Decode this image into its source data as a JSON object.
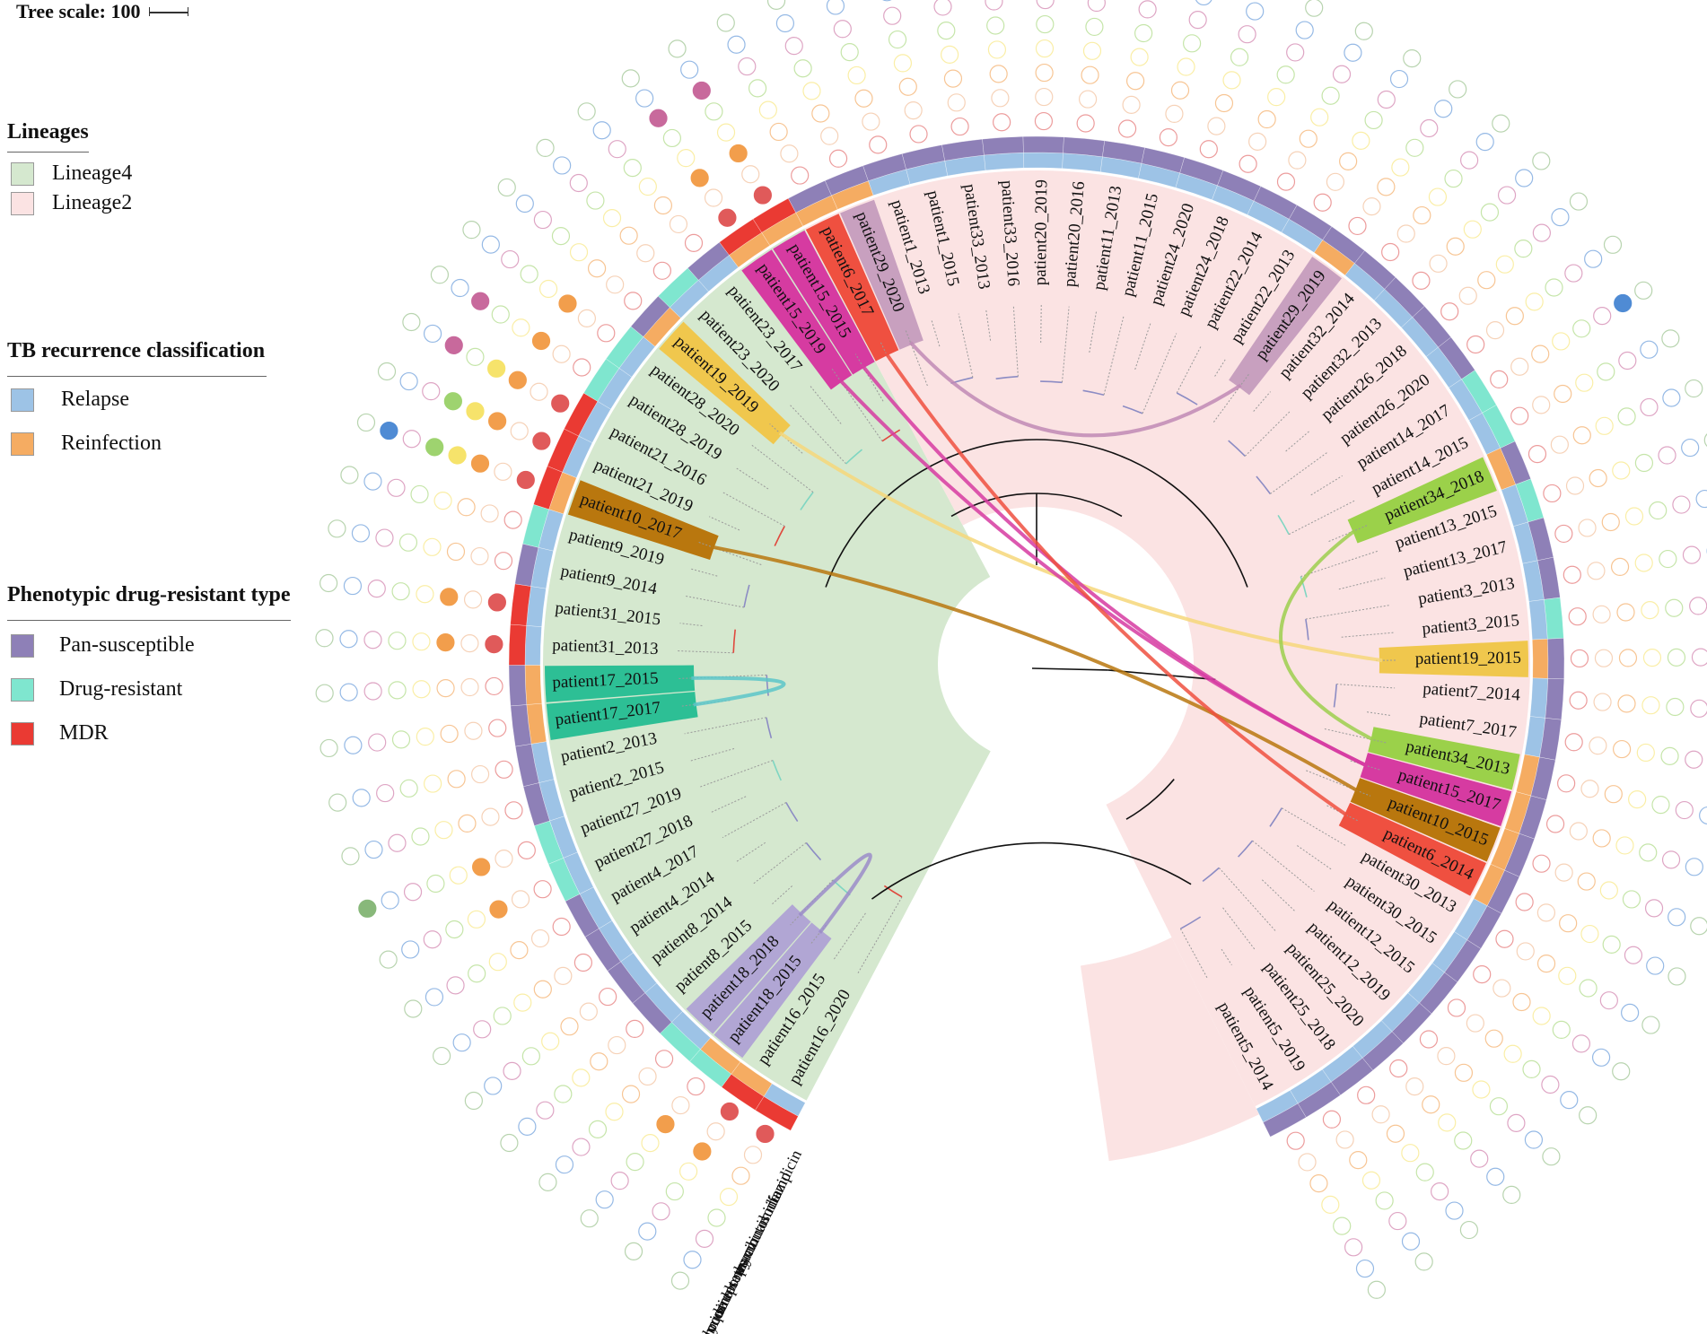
{
  "tree_scale": {
    "label": "Tree scale: 100"
  },
  "legends": {
    "lineages": {
      "title": "Lineages",
      "items": [
        {
          "label": "Lineage4",
          "color": "#d5e8cf"
        },
        {
          "label": "Lineage2",
          "color": "#fbe3e3"
        }
      ]
    },
    "recurrence": {
      "title": "TB recurrence classification",
      "items": [
        {
          "label": "Relapse",
          "color": "#9dc3e6"
        },
        {
          "label": "Reinfection",
          "color": "#f5ac62"
        }
      ]
    },
    "resistance": {
      "title": "Phenotypic drug-resistant type",
      "items": [
        {
          "label": "Pan-susceptible",
          "color": "#8e80b7"
        },
        {
          "label": "Drug-resistant",
          "color": "#7fe6cf"
        },
        {
          "label": "MDR",
          "color": "#ea3a33"
        }
      ]
    }
  },
  "drugs": [
    "ethionamide",
    "aminoglycosides",
    "fluoroquinolones",
    "streptomycin",
    "ethambutol",
    "pyrazinamide",
    "isoniazid",
    "rifampicin"
  ],
  "drug_colors": [
    "#88b87a",
    "#4f8bd4",
    "#c8699c",
    "#9ed36f",
    "#f6e36b",
    "#f29e4c",
    "#f0b488",
    "#e05a5a"
  ],
  "leaves": [
    {
      "label": "patient16_2020",
      "lineage": 4,
      "rec": "Relapse",
      "res": "MDR",
      "hl": null,
      "res_dots": [
        7
      ]
    },
    {
      "label": "patient16_2015",
      "lineage": 4,
      "rec": "Reinfection",
      "res": "MDR",
      "hl": null,
      "res_dots": [
        7,
        5
      ]
    },
    {
      "label": "patient18_2015",
      "lineage": 4,
      "rec": "Reinfection",
      "res": "Drug-resistant",
      "hl": "#b1a6d4",
      "res_dots": [
        5
      ]
    },
    {
      "label": "patient18_2018",
      "lineage": 4,
      "rec": "Relapse",
      "res": "Drug-resistant",
      "hl": "#b1a6d4",
      "res_dots": []
    },
    {
      "label": "patient8_2015",
      "lineage": 4,
      "rec": "Relapse",
      "res": "Pan-susceptible",
      "hl": null,
      "res_dots": []
    },
    {
      "label": "patient8_2014",
      "lineage": 4,
      "rec": "Relapse",
      "res": "Pan-susceptible",
      "hl": null,
      "res_dots": []
    },
    {
      "label": "patient4_2014",
      "lineage": 4,
      "rec": "Relapse",
      "res": "Pan-susceptible",
      "hl": null,
      "res_dots": []
    },
    {
      "label": "patient4_2017",
      "lineage": 4,
      "rec": "Relapse",
      "res": "Pan-susceptible",
      "hl": null,
      "res_dots": []
    },
    {
      "label": "patient27_2018",
      "lineage": 4,
      "rec": "Relapse",
      "res": "Drug-resistant",
      "hl": null,
      "res_dots": [
        5
      ]
    },
    {
      "label": "patient27_2019",
      "lineage": 4,
      "rec": "Relapse",
      "res": "Drug-resistant",
      "hl": null,
      "res_dots": [
        5,
        0
      ]
    },
    {
      "label": "patient2_2015",
      "lineage": 4,
      "rec": "Relapse",
      "res": "Pan-susceptible",
      "hl": null,
      "res_dots": []
    },
    {
      "label": "patient2_2013",
      "lineage": 4,
      "rec": "Relapse",
      "res": "Pan-susceptible",
      "hl": null,
      "res_dots": []
    },
    {
      "label": "patient17_2017",
      "lineage": 4,
      "rec": "Reinfection",
      "res": "Pan-susceptible",
      "hl": "#2dbf95",
      "res_dots": []
    },
    {
      "label": "patient17_2015",
      "lineage": 4,
      "rec": "Reinfection",
      "res": "Pan-susceptible",
      "hl": "#2dbf95",
      "res_dots": []
    },
    {
      "label": "patient31_2013",
      "lineage": 4,
      "rec": "Relapse",
      "res": "MDR",
      "hl": null,
      "res_dots": [
        7,
        5
      ]
    },
    {
      "label": "patient31_2015",
      "lineage": 4,
      "rec": "Relapse",
      "res": "MDR",
      "hl": null,
      "res_dots": [
        7,
        5
      ]
    },
    {
      "label": "patient9_2014",
      "lineage": 4,
      "rec": "Relapse",
      "res": "Pan-susceptible",
      "hl": null,
      "res_dots": []
    },
    {
      "label": "patient9_2019",
      "lineage": 4,
      "rec": "Relapse",
      "res": "Drug-resistant",
      "hl": null,
      "res_dots": []
    },
    {
      "label": "patient10_2017",
      "lineage": 4,
      "rec": "Reinfection",
      "res": "MDR",
      "hl": "#b9770e",
      "res_dots": [
        7,
        5,
        4,
        3,
        1
      ]
    },
    {
      "label": "patient21_2019",
      "lineage": 4,
      "rec": "Relapse",
      "res": "MDR",
      "hl": null,
      "res_dots": [
        7,
        5,
        4,
        3
      ]
    },
    {
      "label": "patient21_2016",
      "lineage": 4,
      "rec": "Relapse",
      "res": "MDR",
      "hl": null,
      "res_dots": [
        7,
        5,
        4,
        2
      ]
    },
    {
      "label": "patient28_2019",
      "lineage": 4,
      "rec": "Relapse",
      "res": "Drug-resistant",
      "hl": null,
      "res_dots": [
        5,
        2
      ]
    },
    {
      "label": "patient28_2020",
      "lineage": 4,
      "rec": "Relapse",
      "res": "Drug-resistant",
      "hl": null,
      "res_dots": [
        5
      ]
    },
    {
      "label": "patient19_2019",
      "lineage": 4,
      "rec": "Reinfection",
      "res": "Pan-susceptible",
      "hl": "#f0c74d",
      "res_dots": []
    },
    {
      "label": "patient23_2020",
      "lineage": 4,
      "rec": "Relapse",
      "res": "Drug-resistant",
      "hl": null,
      "res_dots": []
    },
    {
      "label": "patient23_2017",
      "lineage": 4,
      "rec": "Relapse",
      "res": "Pan-susceptible",
      "hl": null,
      "res_dots": []
    },
    {
      "label": "patient15_2019",
      "lineage": 4,
      "rec": "Reinfection",
      "res": "MDR",
      "hl": "#d63ba1",
      "res_dots": [
        7,
        5,
        2
      ]
    },
    {
      "label": "patient15_2015",
      "lineage": 4,
      "rec": "Reinfection",
      "res": "MDR",
      "hl": "#d63ba1",
      "res_dots": [
        7,
        5,
        2
      ]
    },
    {
      "label": "patient6_2017",
      "lineage": 2,
      "rec": "Reinfection",
      "res": "Pan-susceptible",
      "hl": "#ef5040",
      "res_dots": []
    },
    {
      "label": "patient29_2020",
      "lineage": 2,
      "rec": "Reinfection",
      "res": "Pan-susceptible",
      "hl": "#c8a0bf",
      "res_dots": []
    },
    {
      "label": "patient1_2013",
      "lineage": 2,
      "rec": "Relapse",
      "res": "Pan-susceptible",
      "hl": null,
      "res_dots": []
    },
    {
      "label": "patient1_2015",
      "lineage": 2,
      "rec": "Relapse",
      "res": "Pan-susceptible",
      "hl": null,
      "res_dots": []
    },
    {
      "label": "patient33_2013",
      "lineage": 2,
      "rec": "Relapse",
      "res": "Pan-susceptible",
      "hl": null,
      "res_dots": []
    },
    {
      "label": "patient33_2016",
      "lineage": 2,
      "rec": "Relapse",
      "res": "Pan-susceptible",
      "hl": null,
      "res_dots": []
    },
    {
      "label": "patient20_2019",
      "lineage": 2,
      "rec": "Relapse",
      "res": "Pan-susceptible",
      "hl": null,
      "res_dots": []
    },
    {
      "label": "patient20_2016",
      "lineage": 2,
      "rec": "Relapse",
      "res": "Pan-susceptible",
      "hl": null,
      "res_dots": []
    },
    {
      "label": "patient11_2013",
      "lineage": 2,
      "rec": "Relapse",
      "res": "Pan-susceptible",
      "hl": null,
      "res_dots": []
    },
    {
      "label": "patient11_2015",
      "lineage": 2,
      "rec": "Relapse",
      "res": "Pan-susceptible",
      "hl": null,
      "res_dots": []
    },
    {
      "label": "patient24_2020",
      "lineage": 2,
      "rec": "Relapse",
      "res": "Pan-susceptible",
      "hl": null,
      "res_dots": []
    },
    {
      "label": "patient24_2018",
      "lineage": 2,
      "rec": "Relapse",
      "res": "Pan-susceptible",
      "hl": null,
      "res_dots": []
    },
    {
      "label": "patient22_2014",
      "lineage": 2,
      "rec": "Relapse",
      "res": "Pan-susceptible",
      "hl": null,
      "res_dots": []
    },
    {
      "label": "patient22_2013",
      "lineage": 2,
      "rec": "Relapse",
      "res": "Pan-susceptible",
      "hl": null,
      "res_dots": []
    },
    {
      "label": "patient29_2019",
      "lineage": 2,
      "rec": "Reinfection",
      "res": "Pan-susceptible",
      "hl": "#c8a0bf",
      "res_dots": []
    },
    {
      "label": "patient32_2014",
      "lineage": 2,
      "rec": "Relapse",
      "res": "Pan-susceptible",
      "hl": null,
      "res_dots": []
    },
    {
      "label": "patient32_2013",
      "lineage": 2,
      "rec": "Relapse",
      "res": "Pan-susceptible",
      "hl": null,
      "res_dots": []
    },
    {
      "label": "patient26_2018",
      "lineage": 2,
      "rec": "Relapse",
      "res": "Pan-susceptible",
      "hl": null,
      "res_dots": []
    },
    {
      "label": "patient26_2020",
      "lineage": 2,
      "rec": "Relapse",
      "res": "Pan-susceptible",
      "hl": null,
      "res_dots": []
    },
    {
      "label": "patient14_2017",
      "lineage": 2,
      "rec": "Relapse",
      "res": "Drug-resistant",
      "hl": null,
      "res_dots": [
        1
      ]
    },
    {
      "label": "patient14_2015",
      "lineage": 2,
      "rec": "Relapse",
      "res": "Drug-resistant",
      "hl": null,
      "res_dots": []
    },
    {
      "label": "patient34_2018",
      "lineage": 2,
      "rec": "Reinfection",
      "res": "Pan-susceptible",
      "hl": "#9bd14a",
      "res_dots": []
    },
    {
      "label": "patient13_2015",
      "lineage": 2,
      "rec": "Relapse",
      "res": "Drug-resistant",
      "hl": null,
      "res_dots": []
    },
    {
      "label": "patient13_2017",
      "lineage": 2,
      "rec": "Relapse",
      "res": "Pan-susceptible",
      "hl": null,
      "res_dots": []
    },
    {
      "label": "patient3_2013",
      "lineage": 2,
      "rec": "Relapse",
      "res": "Pan-susceptible",
      "hl": null,
      "res_dots": []
    },
    {
      "label": "patient3_2015",
      "lineage": 2,
      "rec": "Relapse",
      "res": "Drug-resistant",
      "hl": null,
      "res_dots": []
    },
    {
      "label": "patient19_2015",
      "lineage": 2,
      "rec": "Reinfection",
      "res": "Pan-susceptible",
      "hl": "#f0c74d",
      "res_dots": []
    },
    {
      "label": "patient7_2014",
      "lineage": 2,
      "rec": "Relapse",
      "res": "Pan-susceptible",
      "hl": null,
      "res_dots": []
    },
    {
      "label": "patient7_2017",
      "lineage": 2,
      "rec": "Relapse",
      "res": "Pan-susceptible",
      "hl": null,
      "res_dots": []
    },
    {
      "label": "patient34_2013",
      "lineage": 2,
      "rec": "Reinfection",
      "res": "Pan-susceptible",
      "hl": "#9bd14a",
      "res_dots": []
    },
    {
      "label": "patient15_2017",
      "lineage": 2,
      "rec": "Reinfection",
      "res": "Pan-susceptible",
      "hl": "#d63ba1",
      "res_dots": []
    },
    {
      "label": "patient10_2015",
      "lineage": 2,
      "rec": "Reinfection",
      "res": "Pan-susceptible",
      "hl": "#b9770e",
      "res_dots": []
    },
    {
      "label": "patient6_2014",
      "lineage": 2,
      "rec": "Reinfection",
      "res": "Pan-susceptible",
      "hl": "#ef5040",
      "res_dots": []
    },
    {
      "label": "patient30_2013",
      "lineage": 2,
      "rec": "Relapse",
      "res": "Pan-susceptible",
      "hl": null,
      "res_dots": []
    },
    {
      "label": "patient30_2015",
      "lineage": 2,
      "rec": "Relapse",
      "res": "Pan-susceptible",
      "hl": null,
      "res_dots": []
    },
    {
      "label": "patient12_2015",
      "lineage": 2,
      "rec": "Relapse",
      "res": "Pan-susceptible",
      "hl": null,
      "res_dots": []
    },
    {
      "label": "patient12_2019",
      "lineage": 2,
      "rec": "Relapse",
      "res": "Pan-susceptible",
      "hl": null,
      "res_dots": []
    },
    {
      "label": "patient25_2020",
      "lineage": 2,
      "rec": "Relapse",
      "res": "Pan-susceptible",
      "hl": null,
      "res_dots": []
    },
    {
      "label": "patient25_2018",
      "lineage": 2,
      "rec": "Relapse",
      "res": "Pan-susceptible",
      "hl": null,
      "res_dots": []
    },
    {
      "label": "patient5_2019",
      "lineage": 2,
      "rec": "Relapse",
      "res": "Pan-susceptible",
      "hl": null,
      "res_dots": []
    },
    {
      "label": "patient5_2014",
      "lineage": 2,
      "rec": "Relapse",
      "res": "Pan-susceptible",
      "hl": null,
      "res_dots": []
    }
  ],
  "links": [
    {
      "from": "patient10_2017",
      "to": "patient10_2015",
      "color": "#b9770e"
    },
    {
      "from": "patient19_2019",
      "to": "patient19_2015",
      "color": "#f6d77a"
    },
    {
      "from": "patient15_2019",
      "to": "patient15_2017",
      "color": "#d63ba1"
    },
    {
      "from": "patient15_2015",
      "to": "patient15_2017",
      "color": "#d63ba1"
    },
    {
      "from": "patient6_2017",
      "to": "patient6_2014",
      "color": "#ef5040"
    },
    {
      "from": "patient29_2020",
      "to": "patient29_2019",
      "color": "#c08ab5"
    },
    {
      "from": "patient34_2013",
      "to": "patient34_2018",
      "color": "#9ccf4e"
    },
    {
      "from": "patient18_2015",
      "to": "patient18_2018",
      "color": "#9b8cc9"
    },
    {
      "from": "patient17_2017",
      "to": "patient17_2015",
      "color": "#5cc6c9"
    }
  ]
}
